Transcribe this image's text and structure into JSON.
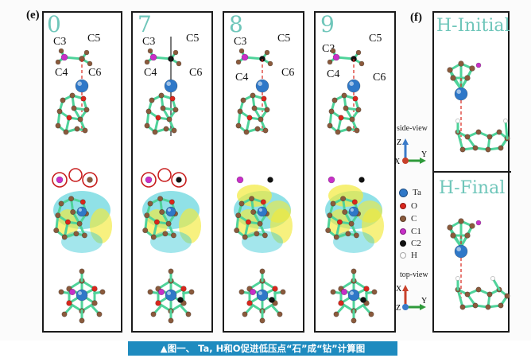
{
  "figure": {
    "panel_e_label": "(e)",
    "panel_f_label": "(f)",
    "steps": [
      {
        "number": "0",
        "atoms": {
          "c3": "C3",
          "c5": "C5",
          "c4": "C4",
          "c6": "C6"
        }
      },
      {
        "number": "7",
        "atoms": {
          "c3": "C3",
          "c5": "C5",
          "c4": "C4",
          "c6": "C6"
        }
      },
      {
        "number": "8",
        "atoms": {
          "c3": "C3",
          "c5": "C5",
          "c4": "C4",
          "c6": "C6"
        }
      },
      {
        "number": "9",
        "atoms": {
          "c3": "C3",
          "c5": "C5",
          "c4": "C4",
          "c6": "C6"
        }
      }
    ],
    "views": {
      "side": "side-view",
      "top": "top-view"
    },
    "axes": {
      "z": "Z",
      "y": "Y",
      "x": "X"
    },
    "legend": [
      {
        "symbol": "Ta",
        "color": "#2f78c8"
      },
      {
        "symbol": "O",
        "color": "#d9261c"
      },
      {
        "symbol": "C",
        "color": "#8a5a3c"
      },
      {
        "symbol": "C1",
        "color": "#c82fc8"
      },
      {
        "symbol": "C2",
        "color": "#111111"
      },
      {
        "symbol": "H",
        "color": "#ffffff"
      }
    ],
    "h_initial": "H-Initial",
    "h_final": "H-Final",
    "colors": {
      "step_number": "#6fc6ba",
      "bond": "#4fd39a",
      "density_yellow": "#f2ea3a",
      "density_cyan": "#34c8d4"
    }
  },
  "caption": "▲图一、 Ta, H和O促进低压点“石”成“钻”计算图"
}
